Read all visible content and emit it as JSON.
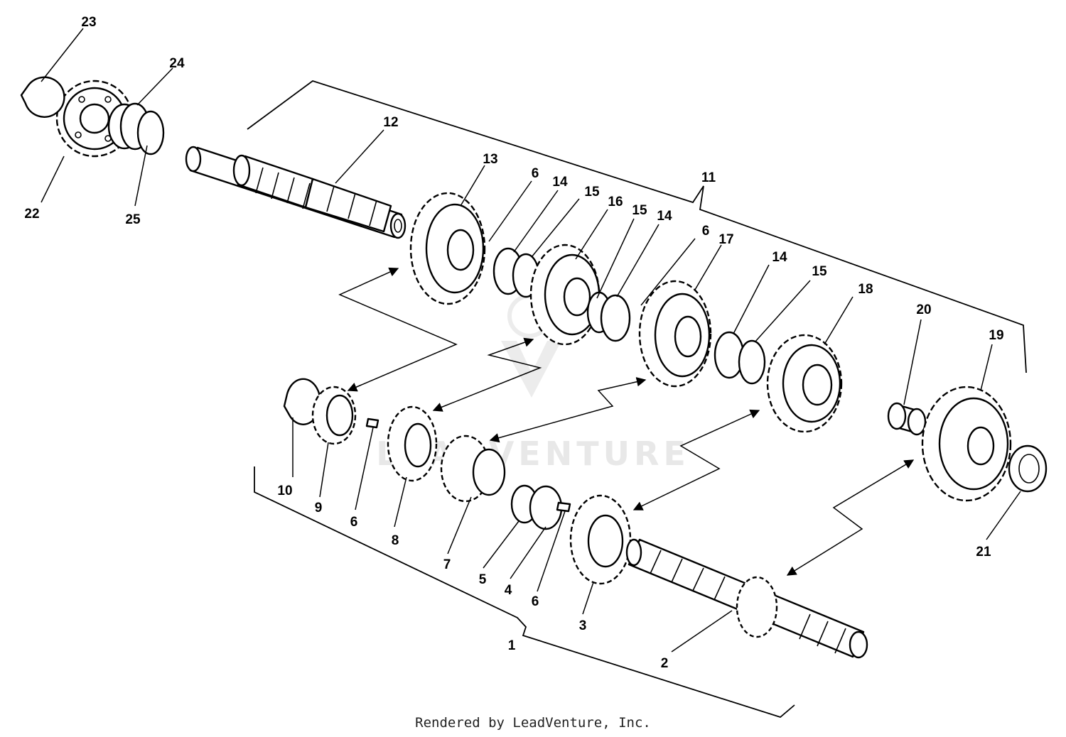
{
  "footer": {
    "text": "Rendered by LeadVenture, Inc."
  },
  "watermark": {
    "text": "LEADVENTURE"
  },
  "callouts": [
    "1",
    "2",
    "3",
    "4",
    "5",
    "6",
    "6",
    "6",
    "6",
    "7",
    "8",
    "9",
    "10",
    "11",
    "12",
    "13",
    "14",
    "14",
    "14",
    "15",
    "15",
    "15",
    "16",
    "17",
    "18",
    "19",
    "20",
    "21",
    "22",
    "23",
    "24",
    "25"
  ],
  "colors": {
    "line": "#000000",
    "background": "#ffffff",
    "watermark": "#e8e8e8"
  }
}
